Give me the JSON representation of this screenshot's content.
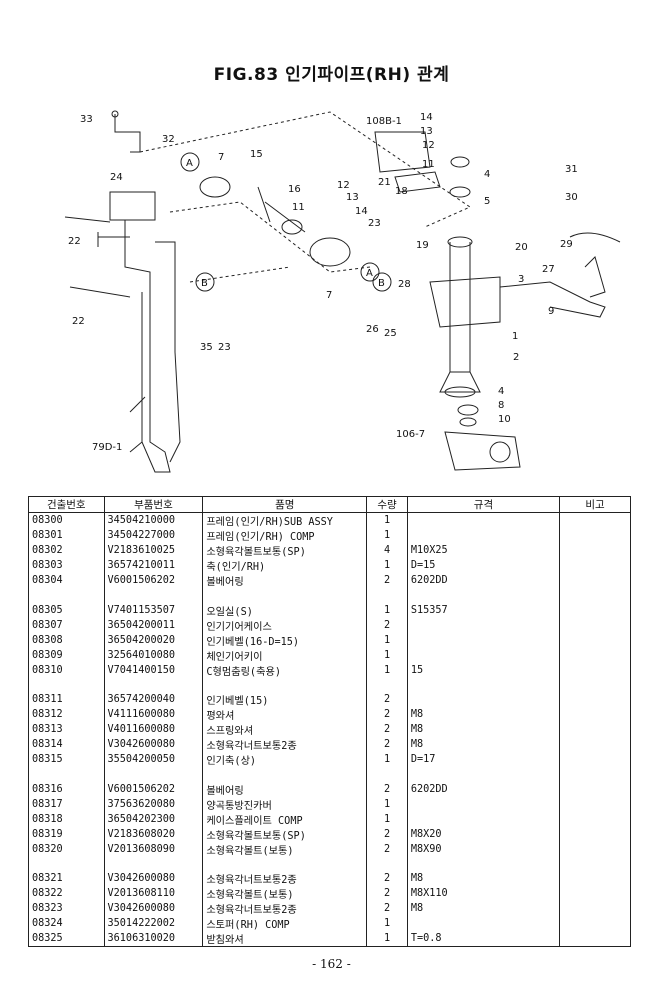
{
  "title": "FIG.83 인기파이프(RH) 관계",
  "diagram": {
    "callouts": [
      "33",
      "32",
      "24",
      "22",
      "22",
      "7",
      "15",
      "16",
      "11",
      "12",
      "13",
      "14",
      "23",
      "7",
      "108B-1",
      "14",
      "13",
      "12",
      "11",
      "4",
      "5",
      "21",
      "18",
      "19",
      "20",
      "31",
      "30",
      "29",
      "27",
      "3",
      "9",
      "28",
      "26",
      "25",
      "1",
      "2",
      "4",
      "8",
      "10",
      "106-7",
      "35",
      "23",
      "79D-1"
    ],
    "markers": [
      "A",
      "A",
      "B",
      "B"
    ]
  },
  "table": {
    "headers": [
      "건출번호",
      "부품번호",
      "품명",
      "수량",
      "규격",
      "비고"
    ],
    "rows": [
      [
        "08300",
        "34504210000",
        "프레임(인기/RH)SUB ASSY",
        "1",
        "",
        ""
      ],
      [
        "08301",
        "34504227000",
        "프레임(인기/RH) COMP",
        "1",
        "",
        ""
      ],
      [
        "08302",
        "V2183610025",
        "소형육각볼트보통(SP)",
        "4",
        "M10X25",
        ""
      ],
      [
        "08303",
        "36574210011",
        "축(인기/RH)",
        "1",
        "D=15",
        ""
      ],
      [
        "08304",
        "V6001506202",
        "볼베어링",
        "2",
        "6202DD",
        ""
      ],
      [
        "",
        "",
        "",
        "",
        "",
        ""
      ],
      [
        "08305",
        "V7401153507",
        "오일실(S)",
        "1",
        "S15357",
        ""
      ],
      [
        "08307",
        "36504200011",
        "인기기어케이스",
        "2",
        "",
        ""
      ],
      [
        "08308",
        "36504200020",
        "인기베벨(16-D=15)",
        "1",
        "",
        ""
      ],
      [
        "08309",
        "32564010080",
        "체인기어키이",
        "1",
        "",
        ""
      ],
      [
        "08310",
        "V7041400150",
        "C형멈춤링(축용)",
        "1",
        "15",
        ""
      ],
      [
        "",
        "",
        "",
        "",
        "",
        ""
      ],
      [
        "08311",
        "36574200040",
        "인기베벨(15)",
        "2",
        "",
        ""
      ],
      [
        "08312",
        "V4111600080",
        "평와셔",
        "2",
        "M8",
        ""
      ],
      [
        "08313",
        "V4011600080",
        "스프링와셔",
        "2",
        "M8",
        ""
      ],
      [
        "08314",
        "V3042600080",
        "소형육각너트보통2종",
        "2",
        "M8",
        ""
      ],
      [
        "08315",
        "35504200050",
        "인기축(상)",
        "1",
        "D=17",
        ""
      ],
      [
        "",
        "",
        "",
        "",
        "",
        ""
      ],
      [
        "08316",
        "V6001506202",
        "볼베어링",
        "2",
        "6202DD",
        ""
      ],
      [
        "08317",
        "37563620080",
        "양곡통방진카버",
        "1",
        "",
        ""
      ],
      [
        "08318",
        "36504202300",
        "케이스플레이트 COMP",
        "1",
        "",
        ""
      ],
      [
        "08319",
        "V2183608020",
        "소형육각볼트보통(SP)",
        "2",
        "M8X20",
        ""
      ],
      [
        "08320",
        "V2013608090",
        "소형육각볼트(보통)",
        "2",
        "M8X90",
        ""
      ],
      [
        "",
        "",
        "",
        "",
        "",
        ""
      ],
      [
        "08321",
        "V3042600080",
        "소형육각너트보통2종",
        "2",
        "M8",
        ""
      ],
      [
        "08322",
        "V2013608110",
        "소형육각볼트(보통)",
        "2",
        "M8X110",
        ""
      ],
      [
        "08323",
        "V3042600080",
        "소형육각너트보통2종",
        "2",
        "M8",
        ""
      ],
      [
        "08324",
        "35014222002",
        "스토퍼(RH) COMP",
        "1",
        "",
        ""
      ],
      [
        "08325",
        "36106310020",
        "받침와셔",
        "1",
        "T=0.8",
        ""
      ]
    ]
  },
  "page_number": "- 162 -"
}
